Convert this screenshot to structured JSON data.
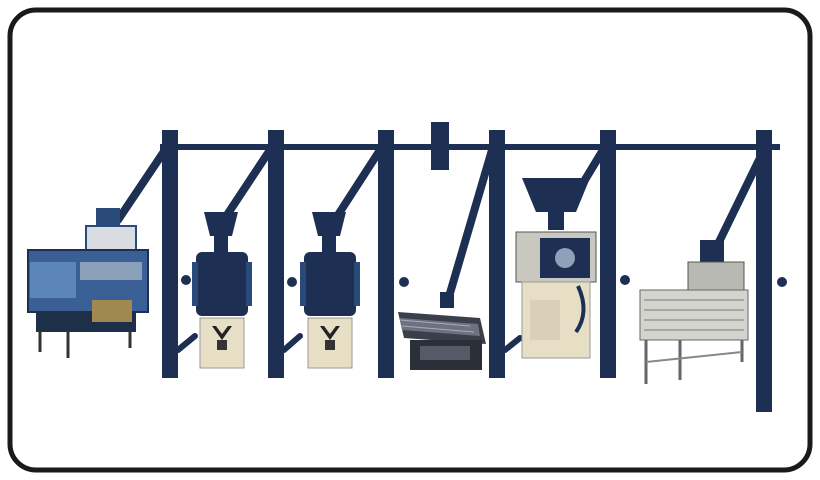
{
  "scene": {
    "kind": "illustration",
    "subject": "rice-mill-processing-line",
    "colors": {
      "frame": "#1a1a1a",
      "structure": "#1d2f52",
      "machine_blue": "#2a4a7a",
      "machine_grey": "#c8c8c0",
      "machine_cream": "#e6dfc6",
      "background": "#ffffff"
    },
    "machines": [
      {
        "name": "pre-cleaner"
      },
      {
        "name": "husker-1"
      },
      {
        "name": "husker-2"
      },
      {
        "name": "paddy-separator"
      },
      {
        "name": "whitener"
      },
      {
        "name": "grader"
      }
    ]
  }
}
